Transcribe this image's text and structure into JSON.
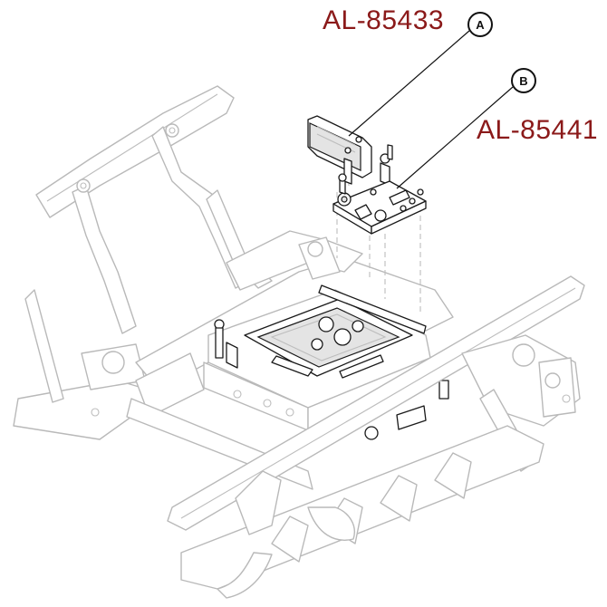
{
  "parts": [
    {
      "callout": "A",
      "part_number": "AL-85433"
    },
    {
      "callout": "B",
      "part_number": "AL-85441"
    }
  ],
  "colors": {
    "label_red": "#8b1a1a",
    "line_dark": "#111111",
    "frame_gray": "#b9b9b9"
  }
}
